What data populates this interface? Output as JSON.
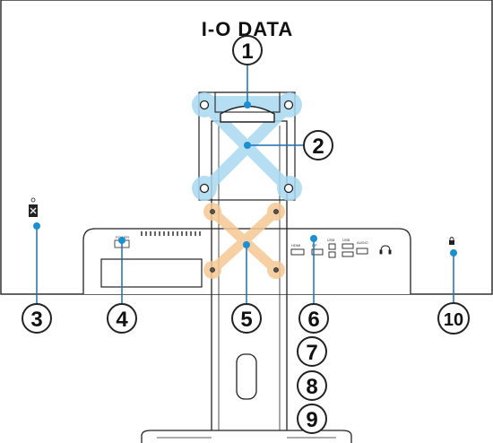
{
  "brand": {
    "logo_text": "I-O DATA"
  },
  "colors": {
    "outline": "#222222",
    "blue_highlight": "#a9d9f2",
    "blue_dot": "#1a8fd1",
    "orange_highlight": "#f5c894",
    "orange_dot": "#e08a2a",
    "callout_fill": "#ffffff"
  },
  "callouts": [
    {
      "id": "1",
      "label": "1"
    },
    {
      "id": "2",
      "label": "2"
    },
    {
      "id": "3",
      "label": "3"
    },
    {
      "id": "4",
      "label": "4"
    },
    {
      "id": "5",
      "label": "5"
    },
    {
      "id": "6",
      "label": "6"
    },
    {
      "id": "7",
      "label": "7"
    },
    {
      "id": "8",
      "label": "8"
    },
    {
      "id": "9",
      "label": "9"
    },
    {
      "id": "10",
      "label": "10"
    }
  ],
  "port_labels": {
    "power": "POWER",
    "hdmi": "HDMI",
    "dp": "DP",
    "usb_up": "USB",
    "usb": "USB",
    "audio": "AUDIO"
  },
  "icons": [
    "kensington-lock-icon",
    "headphone-icon",
    "lock-icon"
  ]
}
